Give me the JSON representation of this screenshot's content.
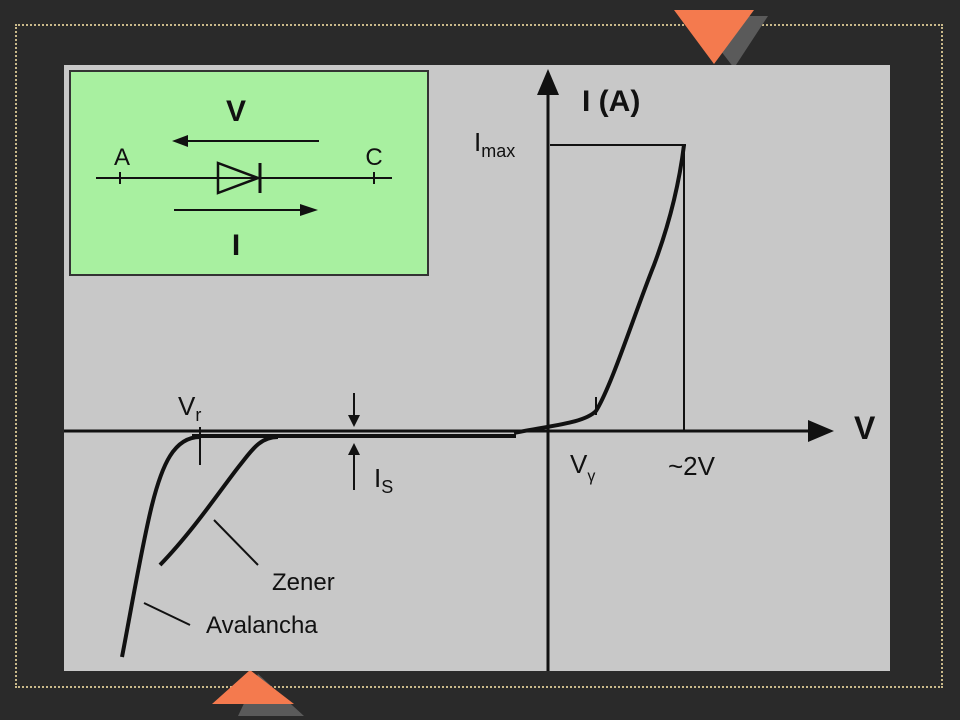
{
  "colors": {
    "background": "#2a2a2a",
    "accent": "#f47a4e",
    "accent_shadow": "#5a5a5a",
    "frame_border": "#c9b98a",
    "plot_background": "#c8c8c8",
    "inset_background": "#a8f0a0",
    "ink": "#111111"
  },
  "inset": {
    "voltage_label": "V",
    "anode_label": "A",
    "cathode_label": "C",
    "current_label": "I"
  },
  "axes": {
    "y_label": "I (A)",
    "x_label": "V"
  },
  "annotations": {
    "imax_main": "I",
    "imax_sub": "max",
    "vr_main": "V",
    "vr_sub": "r",
    "is_main": "I",
    "is_sub": "S",
    "vgamma_main": "V",
    "vgamma_sub": "γ",
    "two_volt": "~2V",
    "zener": "Zener",
    "avalanche": "Avalancha"
  }
}
